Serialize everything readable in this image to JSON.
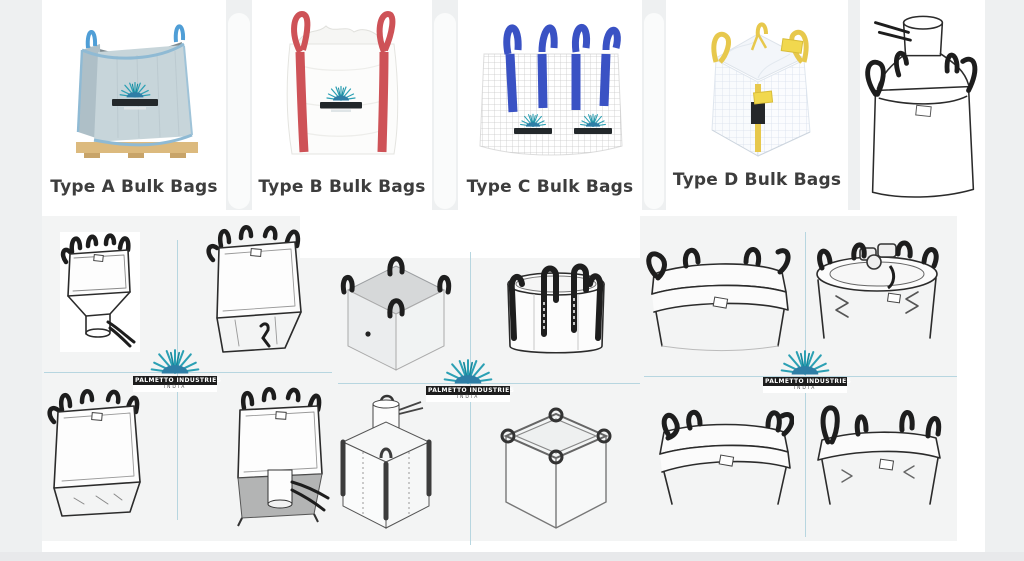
{
  "products": [
    {
      "label": "Type A Bulk Bags",
      "description": "light blue cube bag on wooden pallet"
    },
    {
      "label": "Type B Bulk Bags",
      "description": "white bag with red lift straps"
    },
    {
      "label": "Type C Bulk Bags",
      "description": "conductive grid bag with blue straps"
    },
    {
      "label": "Type D Bulk Bags",
      "description": "grid bag with yellow straps and tags"
    }
  ],
  "line_drawing": {
    "name": "fill-spout-loop-bag-sketch"
  },
  "watermark": {
    "company": "PALMETTO INDUSTRIES",
    "country": "INDIA"
  },
  "sketches": [
    "bottom-spout-bag",
    "open-bottom-bag",
    "open-top-cube-bag",
    "circular-bag",
    "baffle-top-bag",
    "open-top-round-bag",
    "standard-loop-bag",
    "discharge-spout-bag",
    "filling-spout-cube-bag",
    "corner-loop-cube-bag",
    "open-top-bag-variant",
    "tall-loop-open-top-bag"
  ],
  "colors": {
    "page_bg": "#eef0f1",
    "card_bg": "#ffffff",
    "label_text": "#3d3d3d",
    "type_a_strap": "#4f9ed6",
    "type_b_strap": "#ce5257",
    "type_c_strap": "#3a52c4",
    "type_d_strap": "#e7c84c",
    "logo_teal": "#2ba0b4",
    "watermark_banner": "#1d1d1d",
    "crosshair": "#b7d6e0"
  }
}
